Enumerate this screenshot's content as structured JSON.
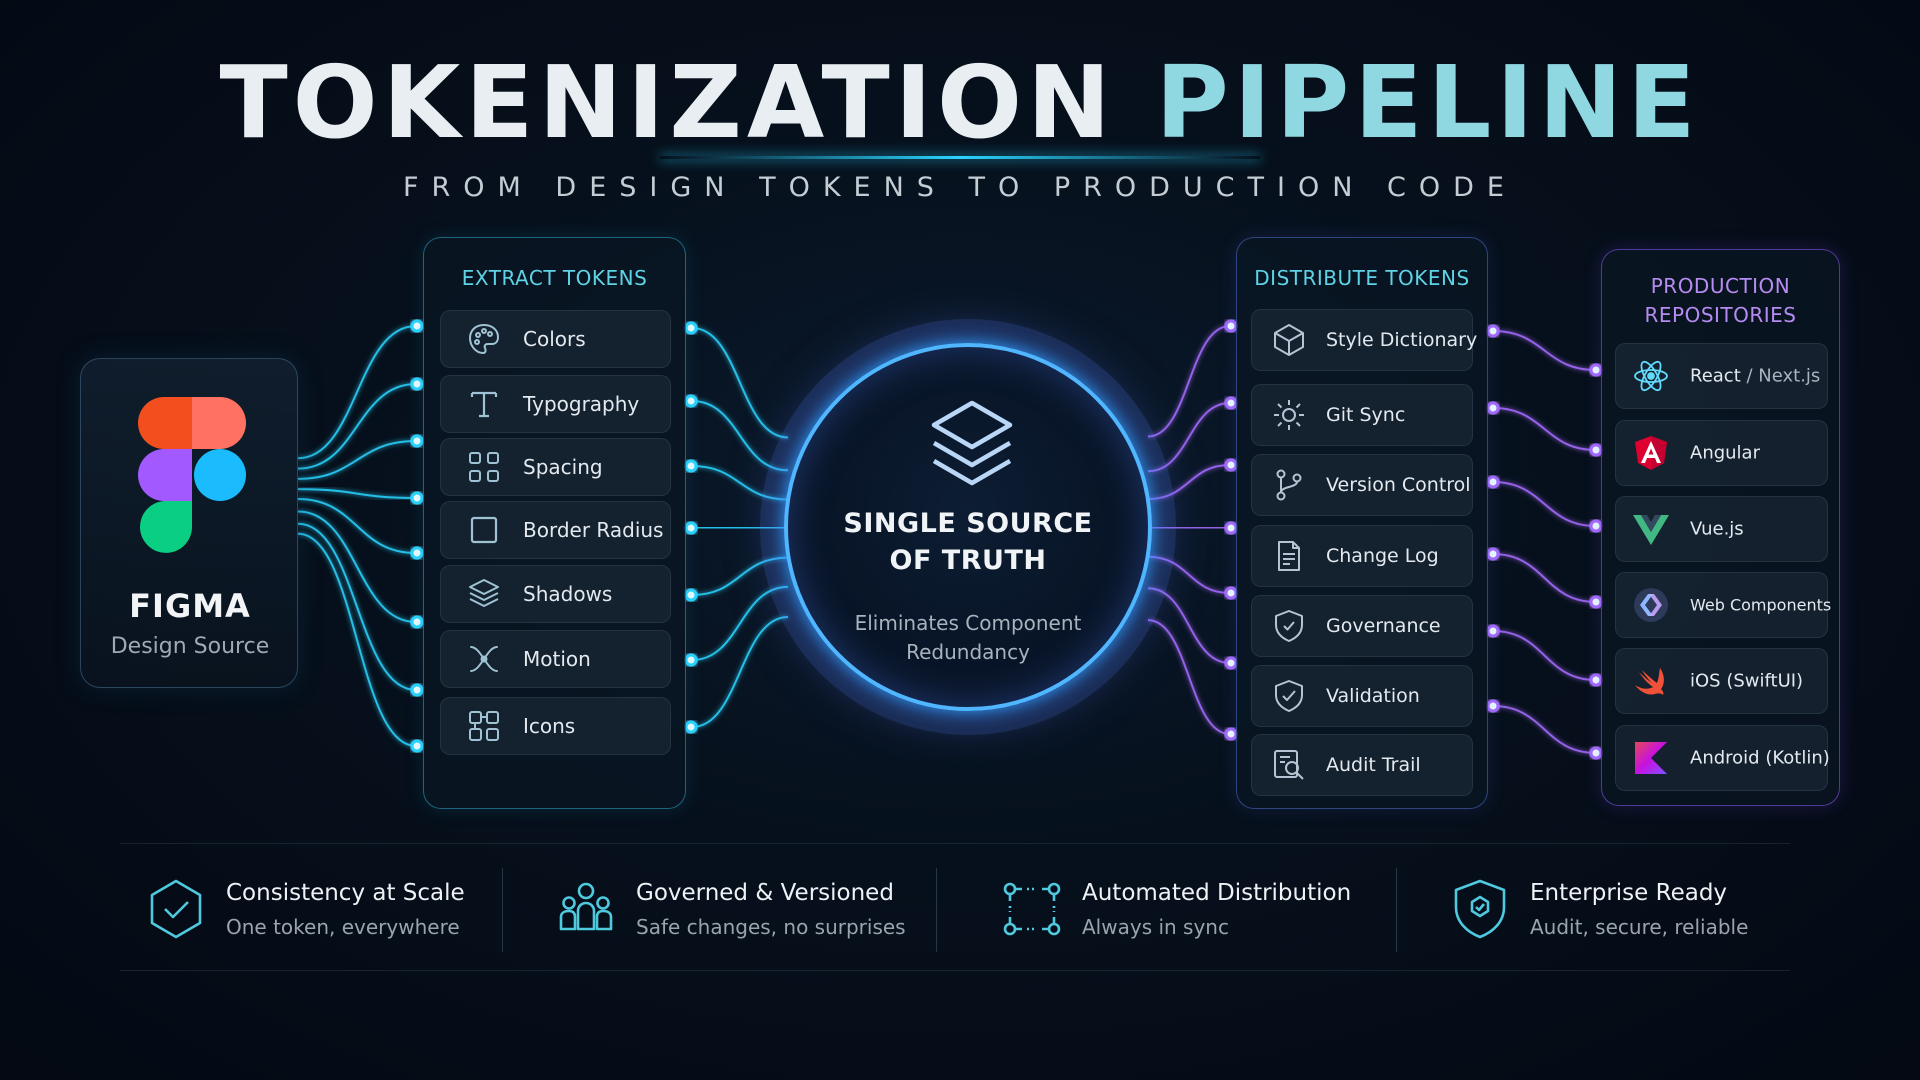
{
  "header": {
    "title_part1": "TOKENIZATION",
    "title_part2": "PIPELINE",
    "subtitle": "FROM DESIGN TOKENS TO PRODUCTION CODE"
  },
  "source": {
    "name": "FIGMA",
    "subtitle": "Design Source"
  },
  "extract": {
    "heading": "EXTRACT TOKENS",
    "items": [
      {
        "label": "Colors",
        "icon": "palette-icon"
      },
      {
        "label": "Typography",
        "icon": "text-t-icon"
      },
      {
        "label": "Spacing",
        "icon": "spacing-grid-icon"
      },
      {
        "label": "Border Radius",
        "icon": "square-icon"
      },
      {
        "label": "Shadows",
        "icon": "layers-icon"
      },
      {
        "label": "Motion",
        "icon": "motion-icon"
      },
      {
        "label": "Icons",
        "icon": "icon-grid-icon"
      }
    ]
  },
  "hub": {
    "title_line1": "SINGLE SOURCE",
    "title_line2": "OF TRUTH",
    "sub_line1": "Eliminates Component",
    "sub_line2": "Redundancy"
  },
  "distribute": {
    "heading": "DISTRIBUTE TOKENS",
    "items": [
      {
        "label": "Style Dictionary",
        "icon": "cube-icon"
      },
      {
        "label": "Git Sync",
        "icon": "sync-gear-icon"
      },
      {
        "label": "Version Control",
        "icon": "git-branch-icon"
      },
      {
        "label": "Change Log",
        "icon": "document-icon"
      },
      {
        "label": "Governance",
        "icon": "shield-icon"
      },
      {
        "label": "Validation",
        "icon": "shield-check-icon"
      },
      {
        "label": "Audit Trail",
        "icon": "magnifier-icon"
      }
    ]
  },
  "repos": {
    "heading_line1": "PRODUCTION",
    "heading_line2": "REPOSITORIES",
    "items": [
      {
        "label": "React",
        "label_suffix": " / Next.js",
        "icon": "react-icon"
      },
      {
        "label": "Angular",
        "label_suffix": "",
        "icon": "angular-icon"
      },
      {
        "label": "Vue.js",
        "label_suffix": "",
        "icon": "vue-icon"
      },
      {
        "label": "Web Components",
        "label_suffix": "",
        "icon": "web-components-icon"
      },
      {
        "label": "iOS (SwiftUI)",
        "label_suffix": "",
        "icon": "swift-icon"
      },
      {
        "label": "Android (Kotlin)",
        "label_suffix": "",
        "icon": "kotlin-icon"
      }
    ]
  },
  "features": [
    {
      "title": "Consistency at Scale",
      "subtitle": "One token, everywhere",
      "icon": "hexagon-check-icon"
    },
    {
      "title": "Governed & Versioned",
      "subtitle": "Safe changes, no surprises",
      "icon": "team-icon"
    },
    {
      "title": "Automated Distribution",
      "subtitle": "Always in sync",
      "icon": "network-nodes-icon"
    },
    {
      "title": "Enterprise Ready",
      "subtitle": "Audit, secure, reliable",
      "icon": "shield-badge-icon"
    }
  ],
  "colors": {
    "cyan": "#2ad4ff",
    "teal_heading": "#5fd3e6",
    "purple": "#a66bff",
    "hub_ring": "#4fb6ff",
    "background": "#06101c"
  }
}
